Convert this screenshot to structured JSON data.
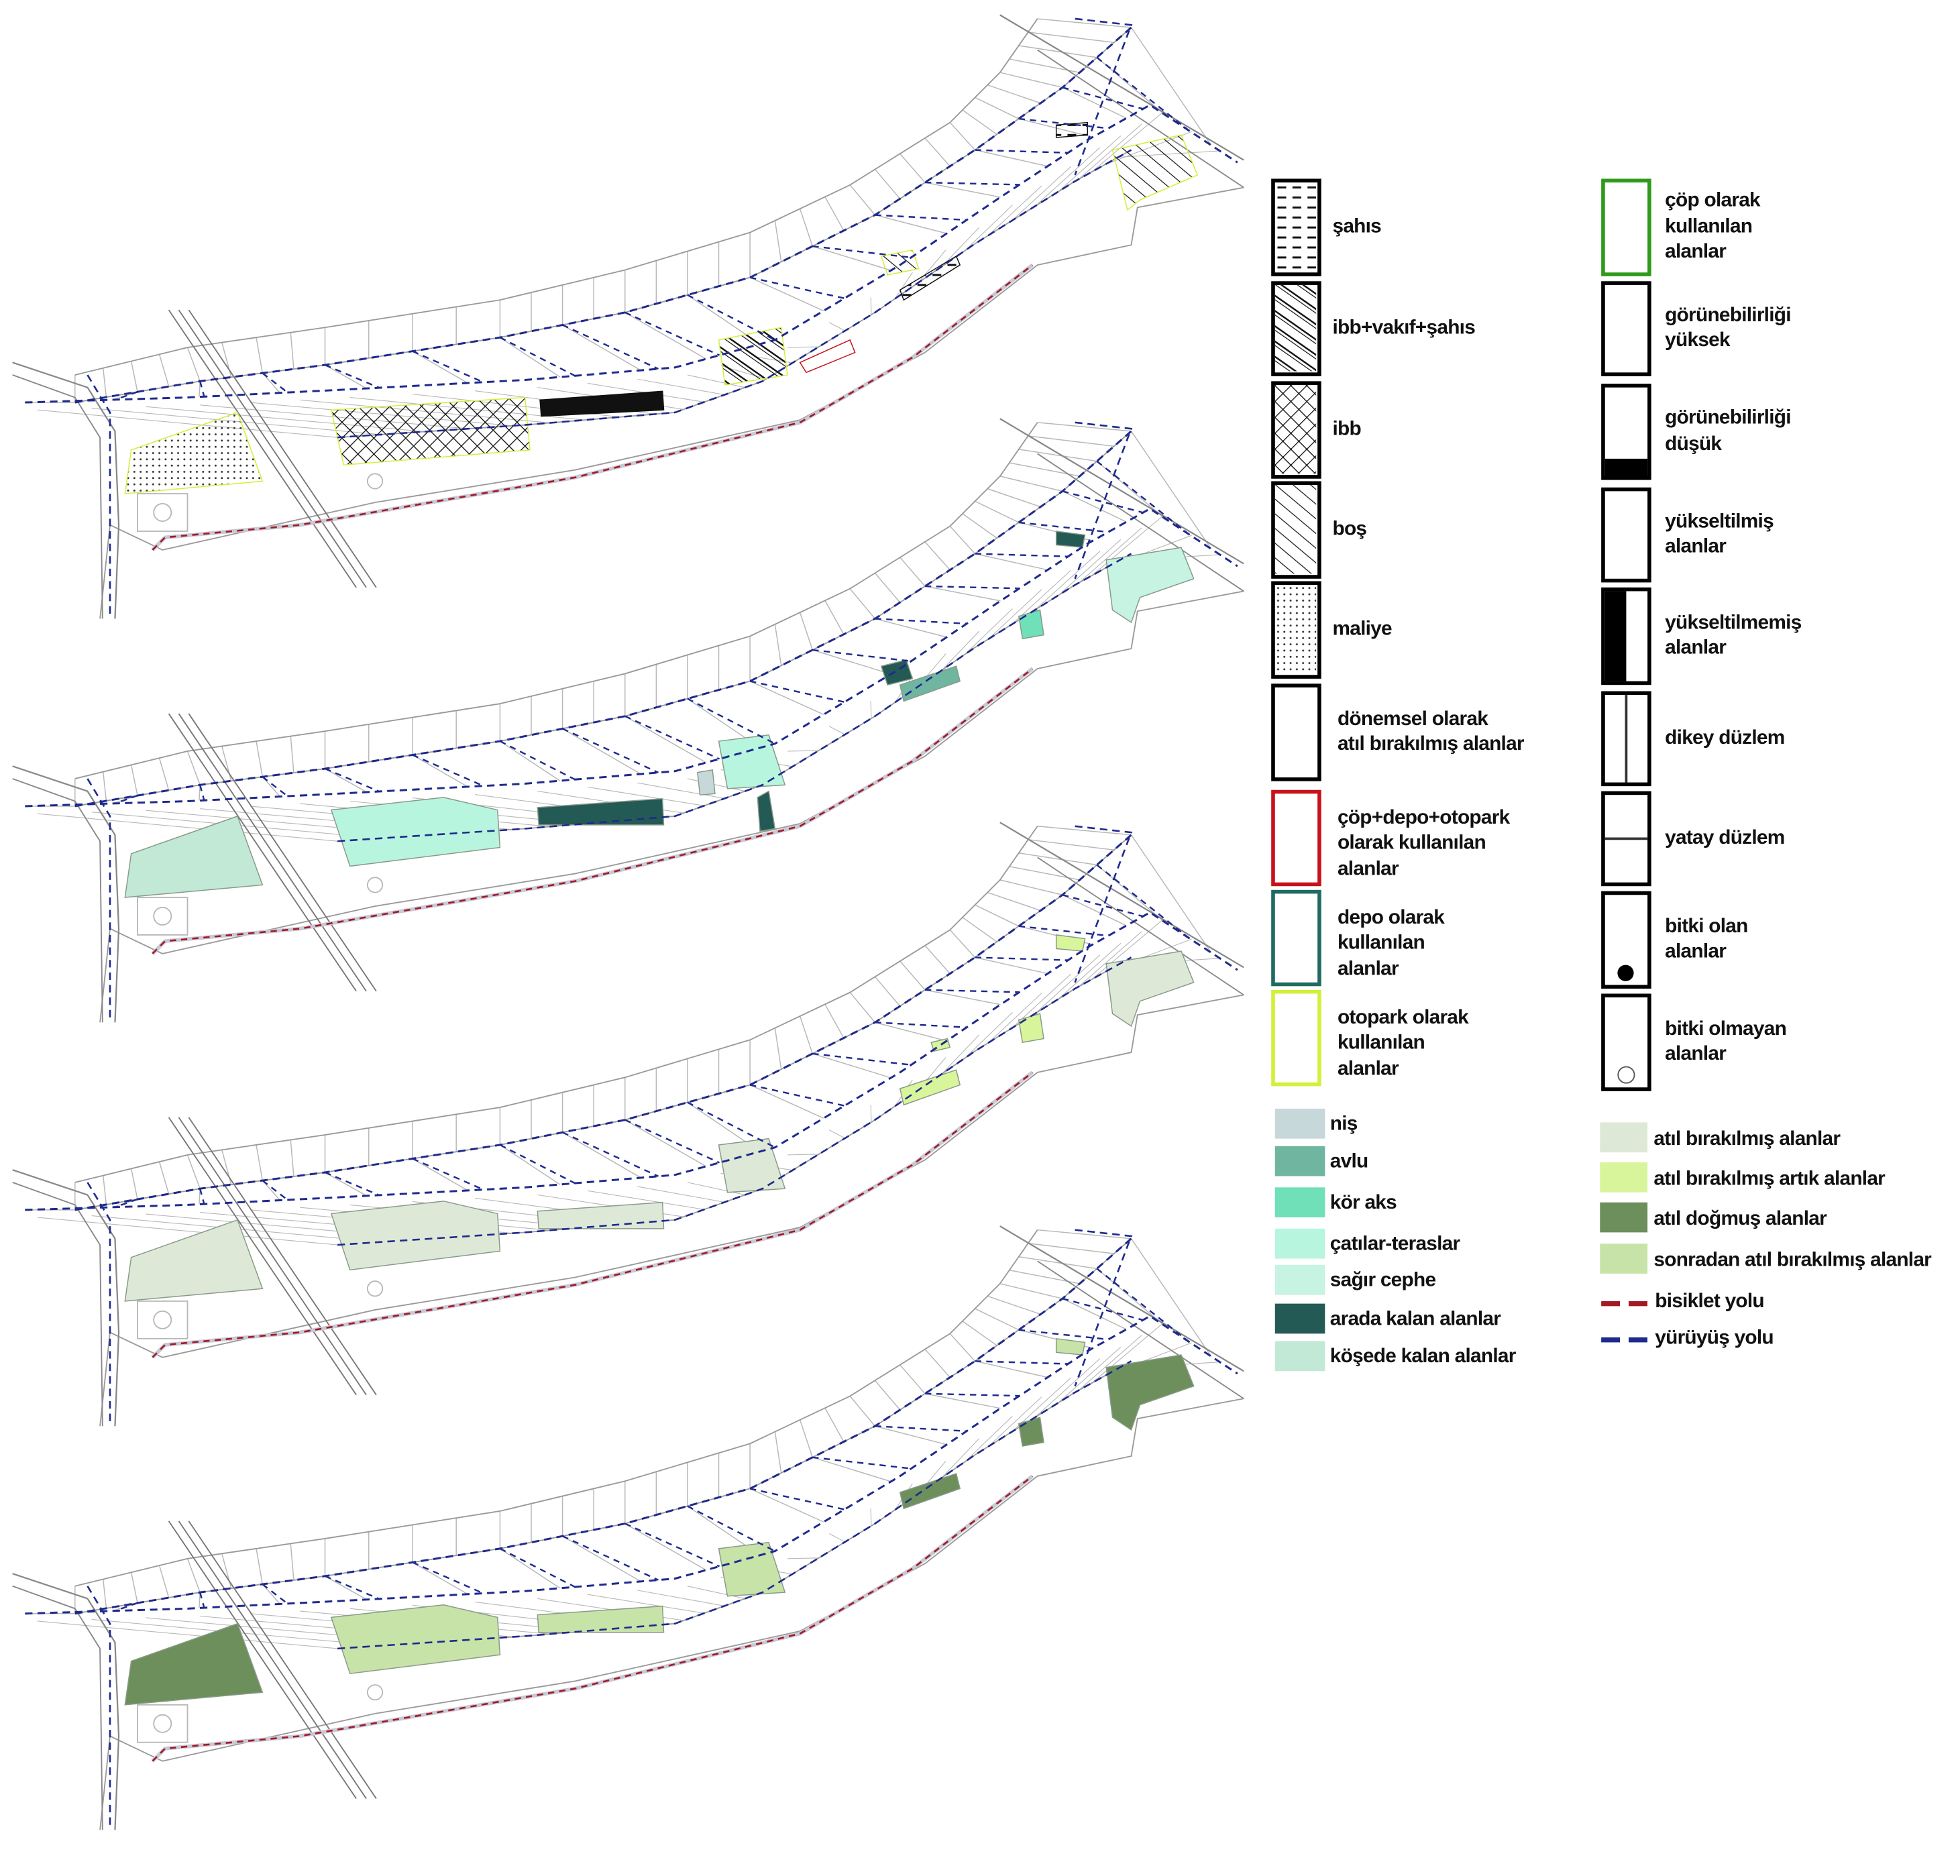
{
  "maps": [
    {
      "name": "ownership-and-use-map",
      "overlay": "ownership"
    },
    {
      "name": "spatial-type-map",
      "overlay": "spatial"
    },
    {
      "name": "abandoned-type-map",
      "overlay": "abandoned"
    },
    {
      "name": "abandonment-origin-map",
      "overlay": "origin"
    }
  ],
  "colors": {
    "block_line": "#b8b8b8",
    "walk_path": "#1e2a8c",
    "bike_path": "#a11a25",
    "nis": "#c7d8da",
    "avlu": "#6fb5a0",
    "kor_aks": "#6fe0b8",
    "catilar": "#b8f5de",
    "sagir": "#c6f3e2",
    "arada": "#245a55",
    "kosede": "#c2e8d6",
    "atil": "#dde9d6",
    "atil_artik": "#d8f59b",
    "atil_dogmus": "#6d8f5c",
    "sonradan": "#c7e3a8",
    "cop": "#2f9a1a",
    "cop_depo_otopark": "#c8121a",
    "depo": "#1f6b60",
    "otopark": "#d2f03a"
  },
  "legend": {
    "boxes_left": [
      {
        "label": "şahıs",
        "icon": "dash-hatch"
      },
      {
        "label": "ibb+vakıf+şahıs",
        "icon": "double-diagonal-hatch"
      },
      {
        "label": "ibb",
        "icon": "cross-hatch"
      },
      {
        "label": "boş",
        "icon": "diagonal-hatch"
      },
      {
        "label": "maliye",
        "icon": "dot-hatch"
      },
      {
        "label": "dönemsel olarak\natıl bırakılmış alanlar",
        "icon": "plain-black-box"
      },
      {
        "label": "çöp+depo+otopark\nolarak kullanılan\nalanlar",
        "icon": "red-outline-box"
      },
      {
        "label": "depo olarak\nkullanılan\nalanlar",
        "icon": "teal-outline-box"
      },
      {
        "label": "otopark olarak\nkullanılan\nalanlar",
        "icon": "yellow-green-outline-box"
      }
    ],
    "boxes_right": [
      {
        "label": "çöp olarak\nkullanılan\nalanlar",
        "icon": "green-outline-box"
      },
      {
        "label": "görünebilirliği\nyüksek",
        "icon": "plain-black-box"
      },
      {
        "label": "görünebilirliği\ndüşük",
        "icon": "bottom-filled-box"
      },
      {
        "label": "yükseltilmiş\nalanlar",
        "icon": "plain-black-box"
      },
      {
        "label": "yükseltilmemiş\nalanlar",
        "icon": "left-half-filled-box"
      },
      {
        "label": "dikey düzlem",
        "icon": "vertical-line-box"
      },
      {
        "label": "yatay düzlem",
        "icon": "horizontal-line-box"
      },
      {
        "label": "bitki olan\nalanlar",
        "icon": "filled-circle-box"
      },
      {
        "label": "bitki olmayan\nalanlar",
        "icon": "empty-circle-box"
      }
    ],
    "swatches_left": [
      {
        "label": "niş",
        "color": "#c7d8da"
      },
      {
        "label": "avlu",
        "color": "#6fb5a0"
      },
      {
        "label": "kör aks",
        "color": "#6fe0b8"
      },
      {
        "label": "çatılar-teraslar",
        "color": "#b8f5de"
      },
      {
        "label": "sağır cephe",
        "color": "#c6f3e2"
      },
      {
        "label": "arada kalan alanlar",
        "color": "#245a55"
      },
      {
        "label": "köşede kalan alanlar",
        "color": "#c2e8d6"
      }
    ],
    "swatches_right": [
      {
        "label": "atıl bırakılmış alanlar",
        "color": "#dde9d6"
      },
      {
        "label": "atıl bırakılmış artık alanlar",
        "color": "#d8f59b"
      },
      {
        "label": "atıl doğmuş alanlar",
        "color": "#6d8f5c"
      },
      {
        "label": "sonradan atıl bırakılmış alanlar",
        "color": "#c7e3a8"
      }
    ],
    "lines": [
      {
        "label": "bisiklet yolu",
        "color": "#a11a25"
      },
      {
        "label": "yürüyüş yolu",
        "color": "#1e2a8c"
      }
    ]
  }
}
